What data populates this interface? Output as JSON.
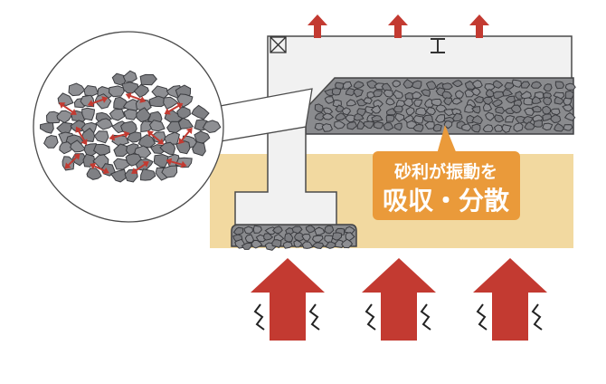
{
  "callout": {
    "line1": "砂利が振動を",
    "line2": "吸収・分散"
  },
  "beam_label": "I",
  "colors": {
    "soil": "#f2d9a0",
    "gravel_fill": "#8a8b8e",
    "gravel_stroke": "#3f4044",
    "concrete": "#f1f1f1",
    "concrete_stroke": "#4a4a4a",
    "arrow_red": "#c33a31",
    "callout_orange": "#ea9a3a"
  },
  "icons": [
    "box-x-icon",
    "i-beam-icon",
    "upward-arrow-icon",
    "vibration-zigzag-icon",
    "scatter-arrow-icon"
  ]
}
